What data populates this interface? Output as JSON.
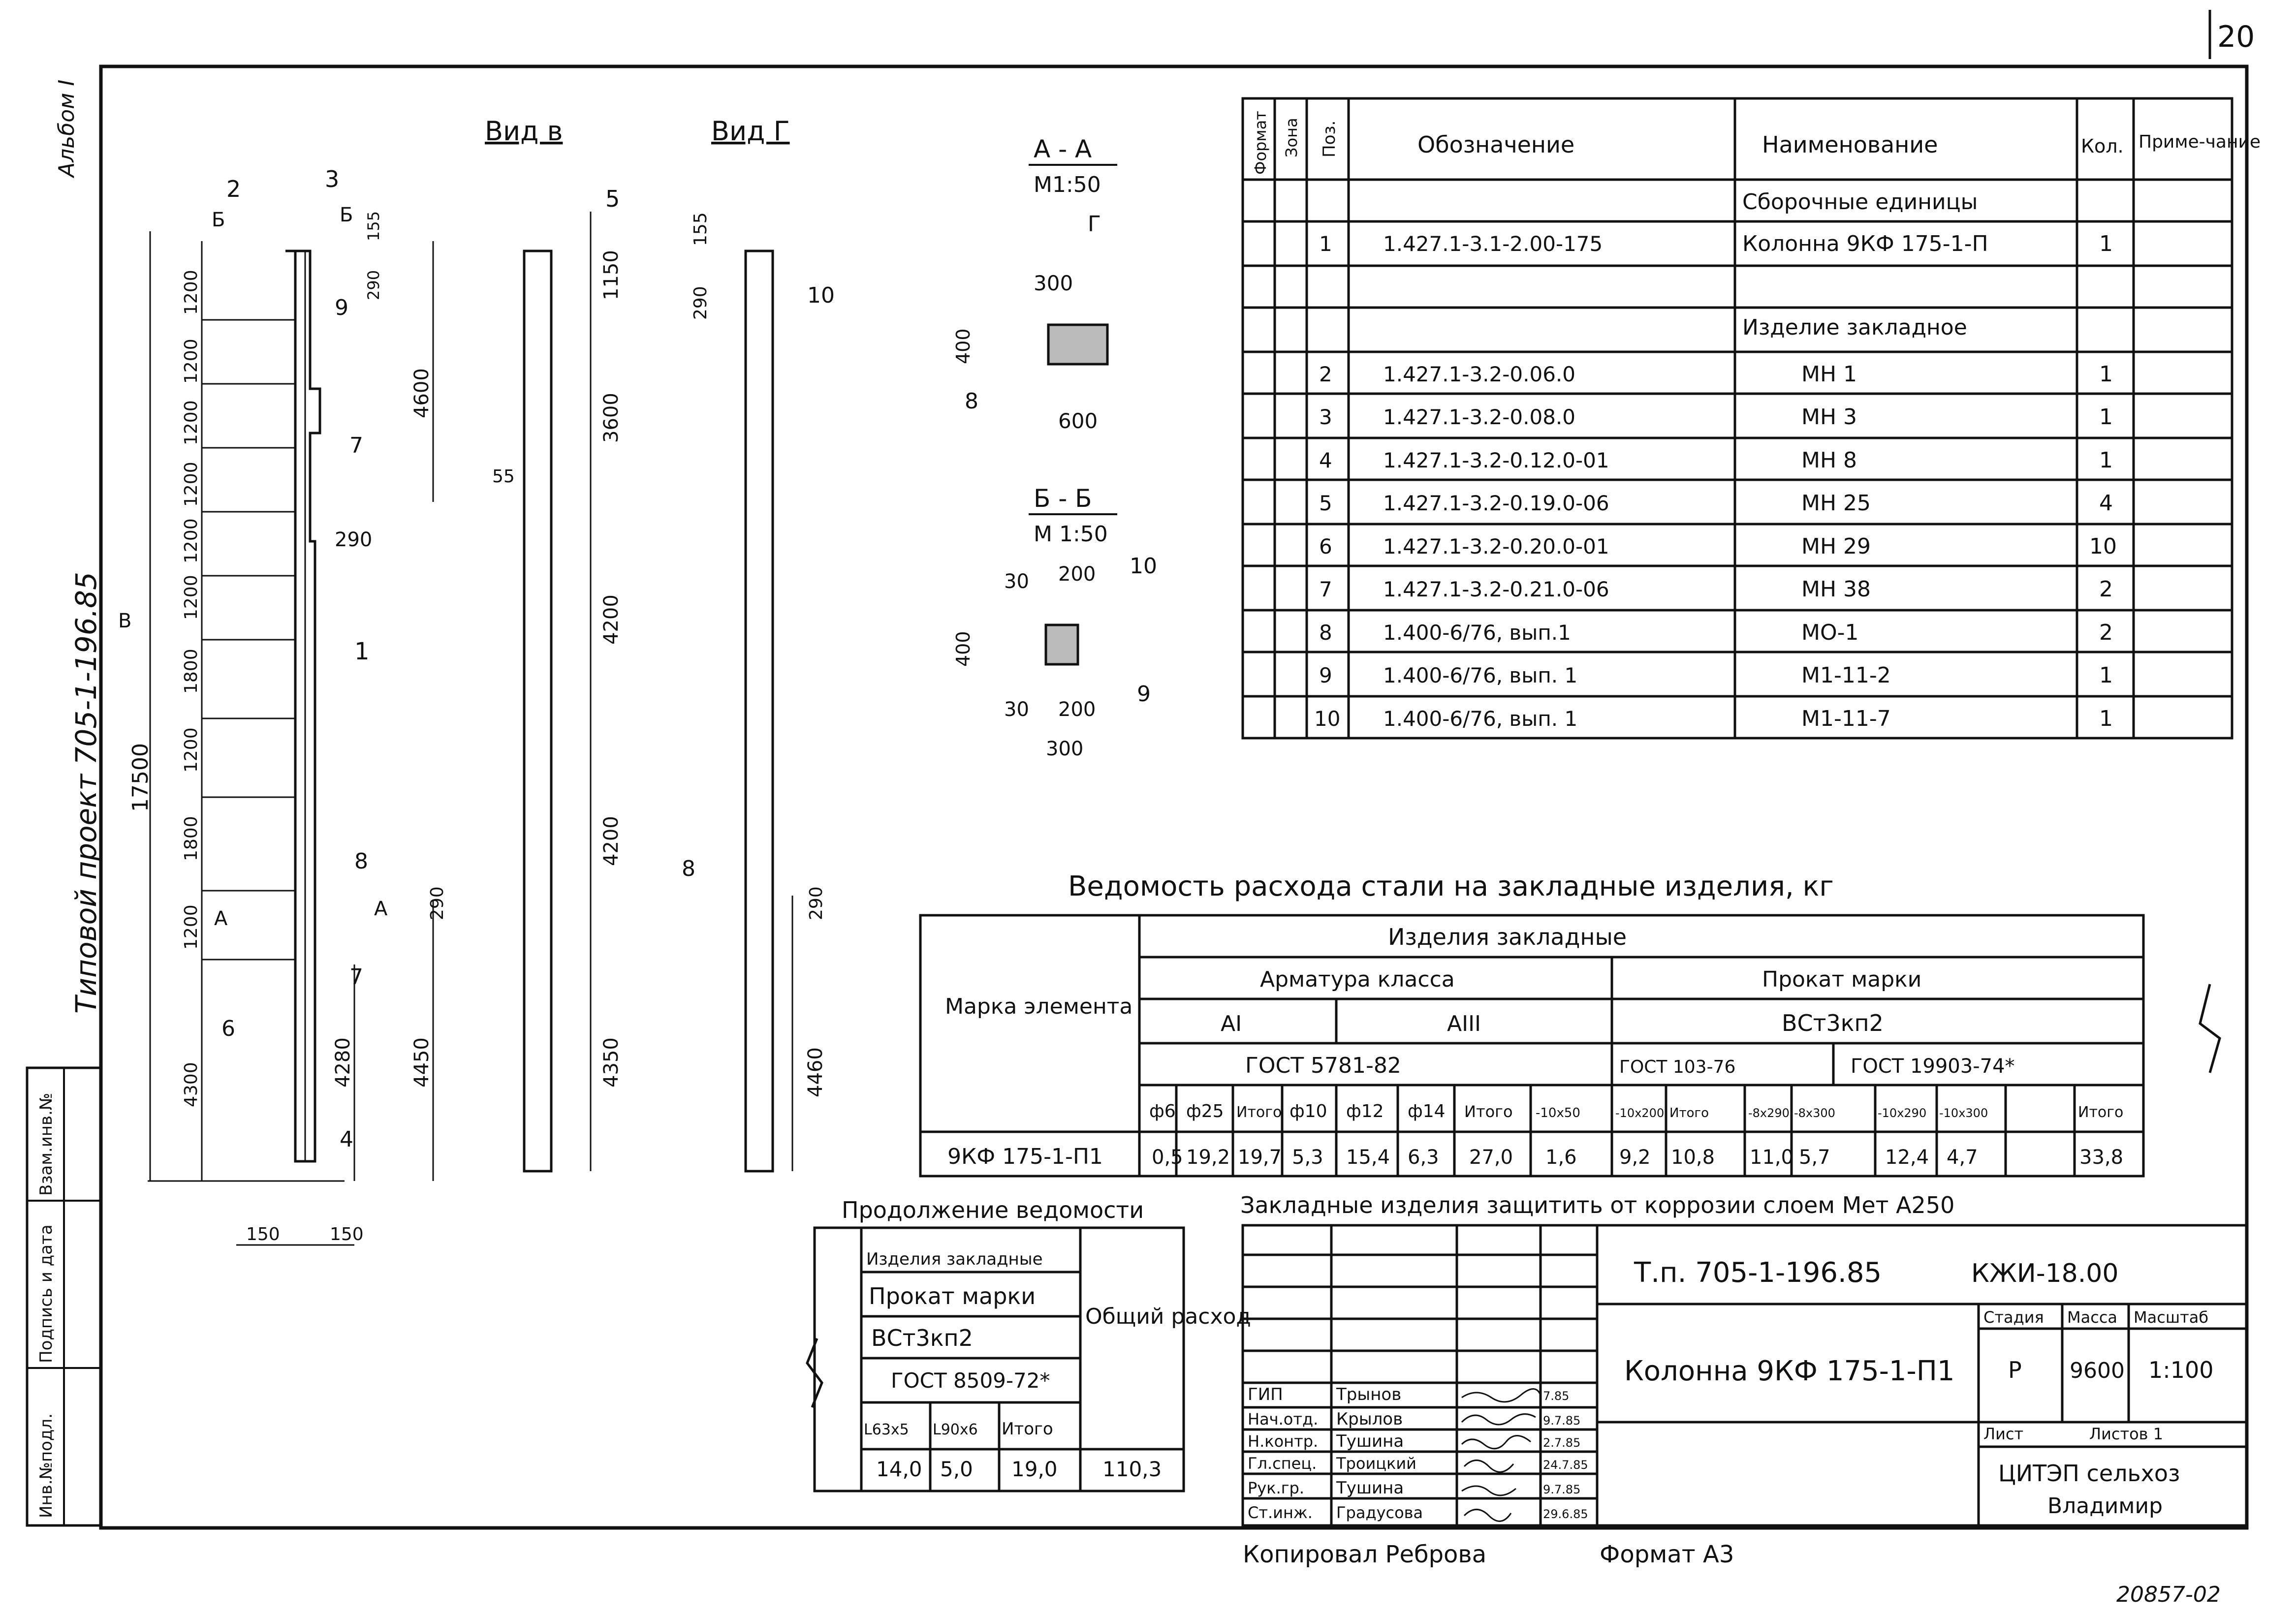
{
  "sheet_number": "20",
  "album_label": "Альбом I",
  "project_label": "Типовой проект 705-1-196.85",
  "views": {
    "view_b_title": "Вид в",
    "view_g_title": "Вид Г",
    "section_aa_title": "А - А",
    "section_aa_scale": "М1:50",
    "section_bb_title": "Б - Б",
    "section_bb_scale": "М 1:50"
  },
  "main_view": {
    "total_height_label": "17500",
    "dims_left": [
      "1200",
      "1200",
      "1200",
      "1200",
      "1200",
      "1200",
      "1800",
      "1200",
      "1800",
      "1200",
      "4300"
    ],
    "dims_right": [
      "155",
      "290",
      "4600",
      "290",
      "290",
      "4280",
      "4450"
    ],
    "bottom_dims": [
      "150",
      "150"
    ],
    "callouts": [
      "1",
      "2",
      "3",
      "4",
      "6",
      "7",
      "7",
      "8",
      "9"
    ],
    "section_marks": [
      "Б",
      "Б",
      "А",
      "А",
      "В"
    ]
  },
  "view_b": {
    "dims": [
      "1150",
      "3600",
      "4200",
      "4200",
      "4350"
    ],
    "top_mark": "5",
    "side_mark": "55"
  },
  "view_g": {
    "dims": [
      "155",
      "290",
      "290",
      "4460"
    ],
    "marks": [
      "10",
      "8"
    ]
  },
  "section_aa": {
    "dims": [
      "300",
      "400",
      "600"
    ],
    "mark": "8",
    "arrow_label": "Г"
  },
  "section_bb": {
    "dims": [
      "30",
      "200",
      "400",
      "30",
      "200",
      "300"
    ],
    "marks": [
      "10",
      "9"
    ]
  },
  "spec_table": {
    "headers": [
      "Формат",
      "Зона",
      "Поз.",
      "Обозначение",
      "Наименование",
      "Кол.",
      "Приме-чание"
    ],
    "group1": "Сборочные единицы",
    "row1": {
      "pos": "1",
      "designation": "1.427.1-3.1-2.00-175",
      "name": "Колонна 9КФ 175-1-П",
      "qty": "1"
    },
    "group2": "Изделие закладное",
    "rows": [
      {
        "pos": "2",
        "designation": "1.427.1-3.2-0.06.0",
        "name": "МН 1",
        "qty": "1"
      },
      {
        "pos": "3",
        "designation": "1.427.1-3.2-0.08.0",
        "name": "МН 3",
        "qty": "1"
      },
      {
        "pos": "4",
        "designation": "1.427.1-3.2-0.12.0-01",
        "name": "МН 8",
        "qty": "1"
      },
      {
        "pos": "5",
        "designation": "1.427.1-3.2-0.19.0-06",
        "name": "МН 25",
        "qty": "4"
      },
      {
        "pos": "6",
        "designation": "1.427.1-3.2-0.20.0-01",
        "name": "МН 29",
        "qty": "10"
      },
      {
        "pos": "7",
        "designation": "1.427.1-3.2-0.21.0-06",
        "name": "МН 38",
        "qty": "2"
      },
      {
        "pos": "8",
        "designation": "1.400-6/76, вып.1",
        "name": "МО-1",
        "qty": "2"
      },
      {
        "pos": "9",
        "designation": "1.400-6/76, вып. 1",
        "name": "М1-11-2",
        "qty": "1"
      },
      {
        "pos": "10",
        "designation": "1.400-6/76, вып. 1",
        "name": "М1-11-7",
        "qty": "1"
      }
    ]
  },
  "steel_table": {
    "title": "Ведомость расхода стали на закладные изделия, кг",
    "mark_header": "Марка элемента",
    "embedded_header": "Изделия закладные",
    "rebar_header": "Арматура класса",
    "rolled_header": "Прокат марки",
    "class_a1": "АI",
    "class_a3": "АIII",
    "steel_grade": "ВСт3кп2",
    "gost_rebar": "ГОСТ 5781-82",
    "gost_rolled1": "ГОСТ 103-76",
    "gost_rolled2": "ГОСТ 19903-74*",
    "cols": [
      "ф6",
      "ф25",
      "Итого",
      "ф10",
      "ф12",
      "ф14",
      "Итого",
      "-10х50",
      "-10х200",
      "Итого",
      "-8х290",
      "-8х300",
      "-10х290",
      "-10х300",
      "Итого"
    ],
    "row_mark": "9КФ 175-1-П1",
    "values": [
      "0,5",
      "19,2",
      "19,7",
      "5,3",
      "15,4",
      "6,3",
      "27,0",
      "1,6",
      "9,2",
      "10,8",
      "11,0",
      "5,7",
      "12,4",
      "4,7",
      "33,8"
    ]
  },
  "continuation": {
    "title": "Продолжение ведомости",
    "h1": "Изделия закладные",
    "h2": "Прокат марки",
    "h3": "ВСт3кп2",
    "h4": "ГОСТ 8509-72*",
    "total_header": "Общий расход",
    "cols": [
      "L63х5",
      "L90х6",
      "Итого"
    ],
    "values": [
      "14,0",
      "5,0",
      "19,0"
    ],
    "total": "110,3"
  },
  "note": "Закладные изделия защитить от коррозии слоем Мет А250",
  "title_block": {
    "doc_number": "Т.п. 705-1-196.85",
    "sheet_code": "КЖИ-18.00",
    "title": "Колонна 9КФ 175-1-П1",
    "stage_header": "Стадия",
    "mass_header": "Масса",
    "scale_header": "Масштаб",
    "stage": "Р",
    "mass": "9600",
    "scale": "1:100",
    "sheet_label": "Лист",
    "sheets_label": "Листов 1",
    "org_line1": "ЦИТЭП сельхоз",
    "org_line2": "Владимир",
    "roles": [
      "ГИП",
      "Нач.отд.",
      "Н.контр.",
      "Гл.спец.",
      "Рук.гр.",
      "Ст.инж."
    ],
    "names": [
      "Трынов",
      "Крылов",
      "Тушина",
      "Троицкий",
      "Тушина",
      "Градусова"
    ],
    "dates": [
      "7.85",
      "9.7.85",
      "2.7.85",
      "24.7.85",
      "9.7.85",
      "29.6.85"
    ]
  },
  "side_stamps": [
    "Инв.№подл.",
    "Подпись и дата",
    "Взам.инв.№"
  ],
  "footer": {
    "copied": "Копировал Реброва",
    "format": "Формат А3",
    "code": "20857-02"
  }
}
